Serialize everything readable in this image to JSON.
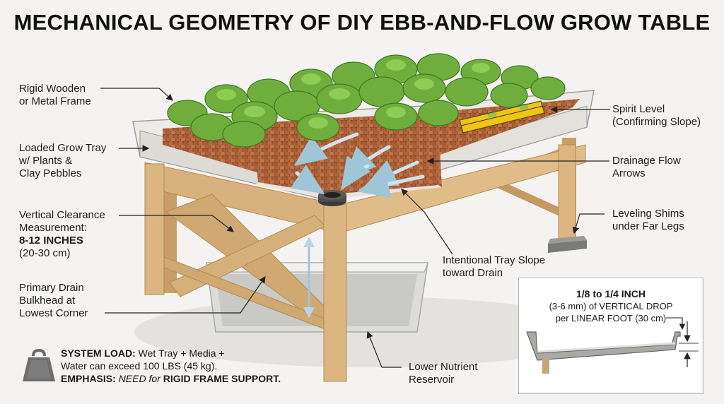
{
  "title": "MECHANICAL GEOMETRY OF DIY EBB-AND-FLOW GROW TABLE",
  "labels": {
    "frame": [
      "Rigid Wooden",
      "or Metal Frame"
    ],
    "tray": [
      "Loaded Grow Tray",
      "w/ Plants &",
      "Clay Pebbles"
    ],
    "clearance": {
      "lines": [
        "Vertical Clearance",
        "Measurement:"
      ],
      "value": "8-12 INCHES",
      "metric": "(20-30 cm)"
    },
    "drain": [
      "Primary Drain",
      "Bulkhead at",
      "Lowest Corner"
    ],
    "level": [
      "Spirit Level",
      "(Confirming Slope)"
    ],
    "arrows": [
      "Drainage Flow",
      "Arrows"
    ],
    "shims": [
      "Leveling Shims",
      "under Far Legs"
    ],
    "slope": [
      "Intentional Tray Slope",
      "toward Drain"
    ],
    "reservoir": [
      "Lower Nutrient",
      "Reservoir"
    ]
  },
  "inset": {
    "heading": "1/8 to 1/4 INCH",
    "line2": "(3-6 mm) of VERTICAL DROP",
    "line3": "per LINEAR FOOT (30 cm)"
  },
  "system_load": {
    "label": "SYSTEM LOAD:",
    "text1": "Wet Tray + Media +",
    "text2": "Water can exceed 100 LBS (45 kg).",
    "emph_label": "EMPHASIS:",
    "emph_italic": "NEED for",
    "emph_bold": "RIGID FRAME SUPPORT."
  },
  "colors": {
    "wood": "#d8b27c",
    "wood_dark": "#b48a52",
    "tray": "#e9e8e4",
    "pebble": "#a9623a",
    "leaf": "#6fae3c",
    "level": "#f0c419",
    "arrow": "#cfe3ee"
  }
}
